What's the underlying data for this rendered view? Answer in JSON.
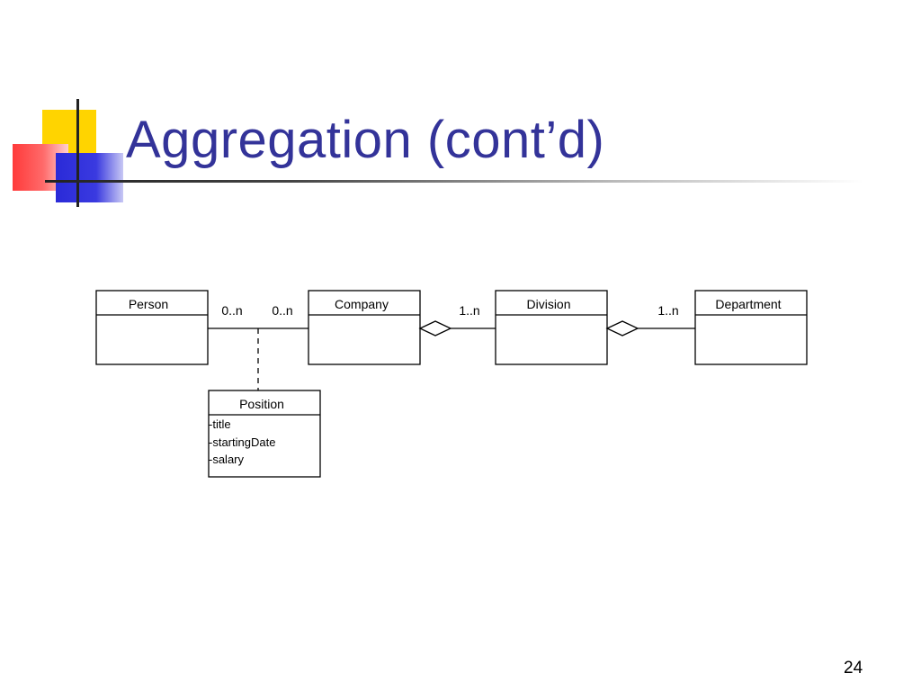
{
  "slide": {
    "title": "Aggregation (cont’d)",
    "page_number": "24"
  },
  "diagram": {
    "classes": {
      "person": {
        "name": "Person"
      },
      "company": {
        "name": "Company"
      },
      "division": {
        "name": "Division"
      },
      "department": {
        "name": "Department"
      },
      "position": {
        "name": "Position",
        "attributes": [
          "-title",
          "-startingDate",
          "-salary"
        ]
      }
    },
    "associations": {
      "person_company": {
        "person_end": "0..n",
        "company_end": "0..n",
        "association_class": "Position"
      },
      "company_division": {
        "kind": "aggregation",
        "whole": "Company",
        "part": "Division",
        "part_multiplicity": "1..n"
      },
      "division_department": {
        "kind": "aggregation",
        "whole": "Division",
        "part": "Department",
        "part_multiplicity": "1..n"
      }
    }
  }
}
